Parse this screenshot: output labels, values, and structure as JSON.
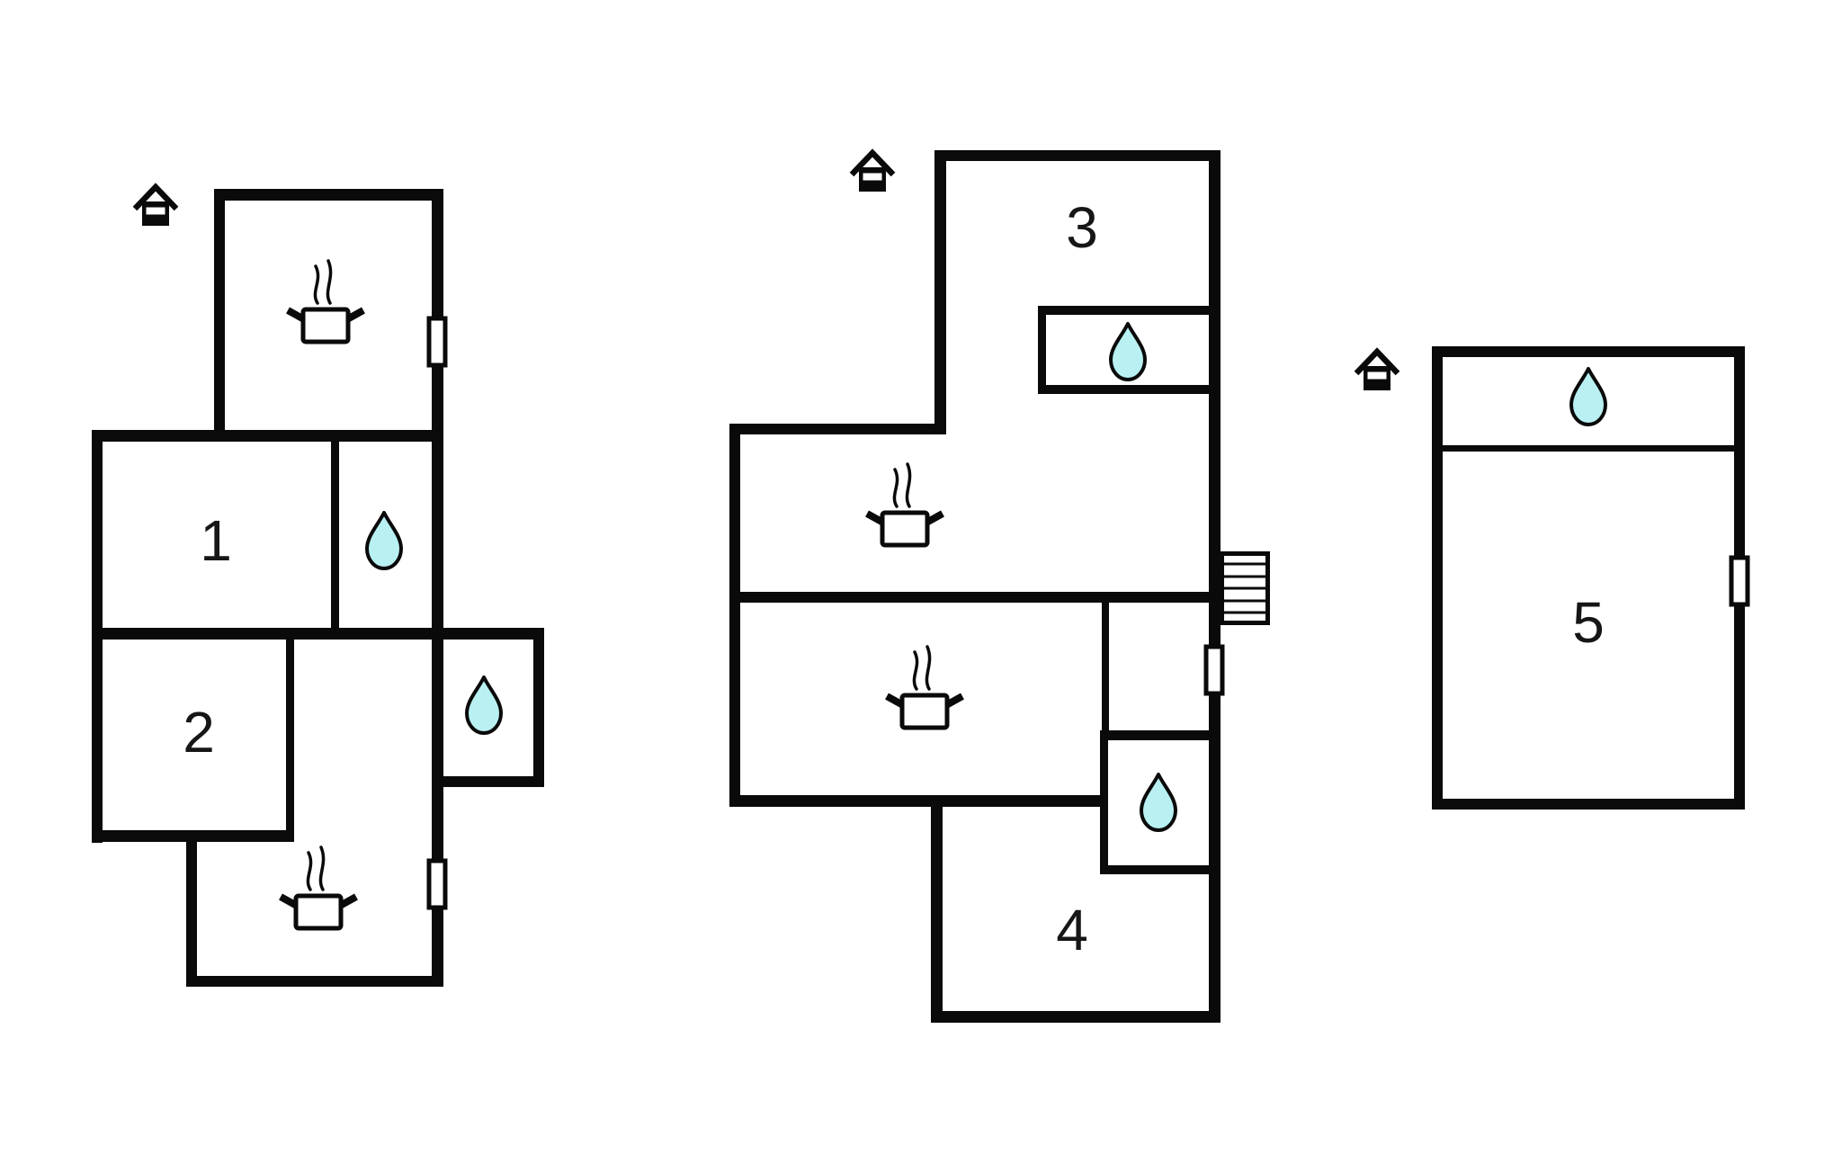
{
  "canvas": {
    "background": "#ffffff",
    "wall_color": "#0a0a0a",
    "water_drop_color": "#b9f1f3",
    "window_fill": "#ffffff"
  },
  "legend": {
    "attic_house_icon": "house level marker",
    "cooking_pot_icon": "kitchen / cooking place",
    "water_drop_icon": "water / bathroom",
    "stairs_icon": "staircase",
    "window_icon": "window opening"
  },
  "buildings": [
    {
      "name": "floor-plan-1",
      "rooms": [
        {
          "label": "1"
        },
        {
          "label": "2"
        }
      ],
      "features": [
        "kitchen top room",
        "bathroom beside room 1",
        "bathroom annex right side",
        "kitchen bottom room",
        "two windows on right wall"
      ]
    },
    {
      "name": "floor-plan-2",
      "rooms": [
        {
          "label": "3"
        },
        {
          "label": "4"
        }
      ],
      "features": [
        "bathroom under room 3",
        "upper kitchen",
        "lower kitchen",
        "bathroom above room 4",
        "external staircase",
        "window on right wall"
      ]
    },
    {
      "name": "floor-plan-3",
      "rooms": [
        {
          "label": "5"
        }
      ],
      "features": [
        "bathroom strip at top",
        "window on right wall"
      ]
    }
  ]
}
